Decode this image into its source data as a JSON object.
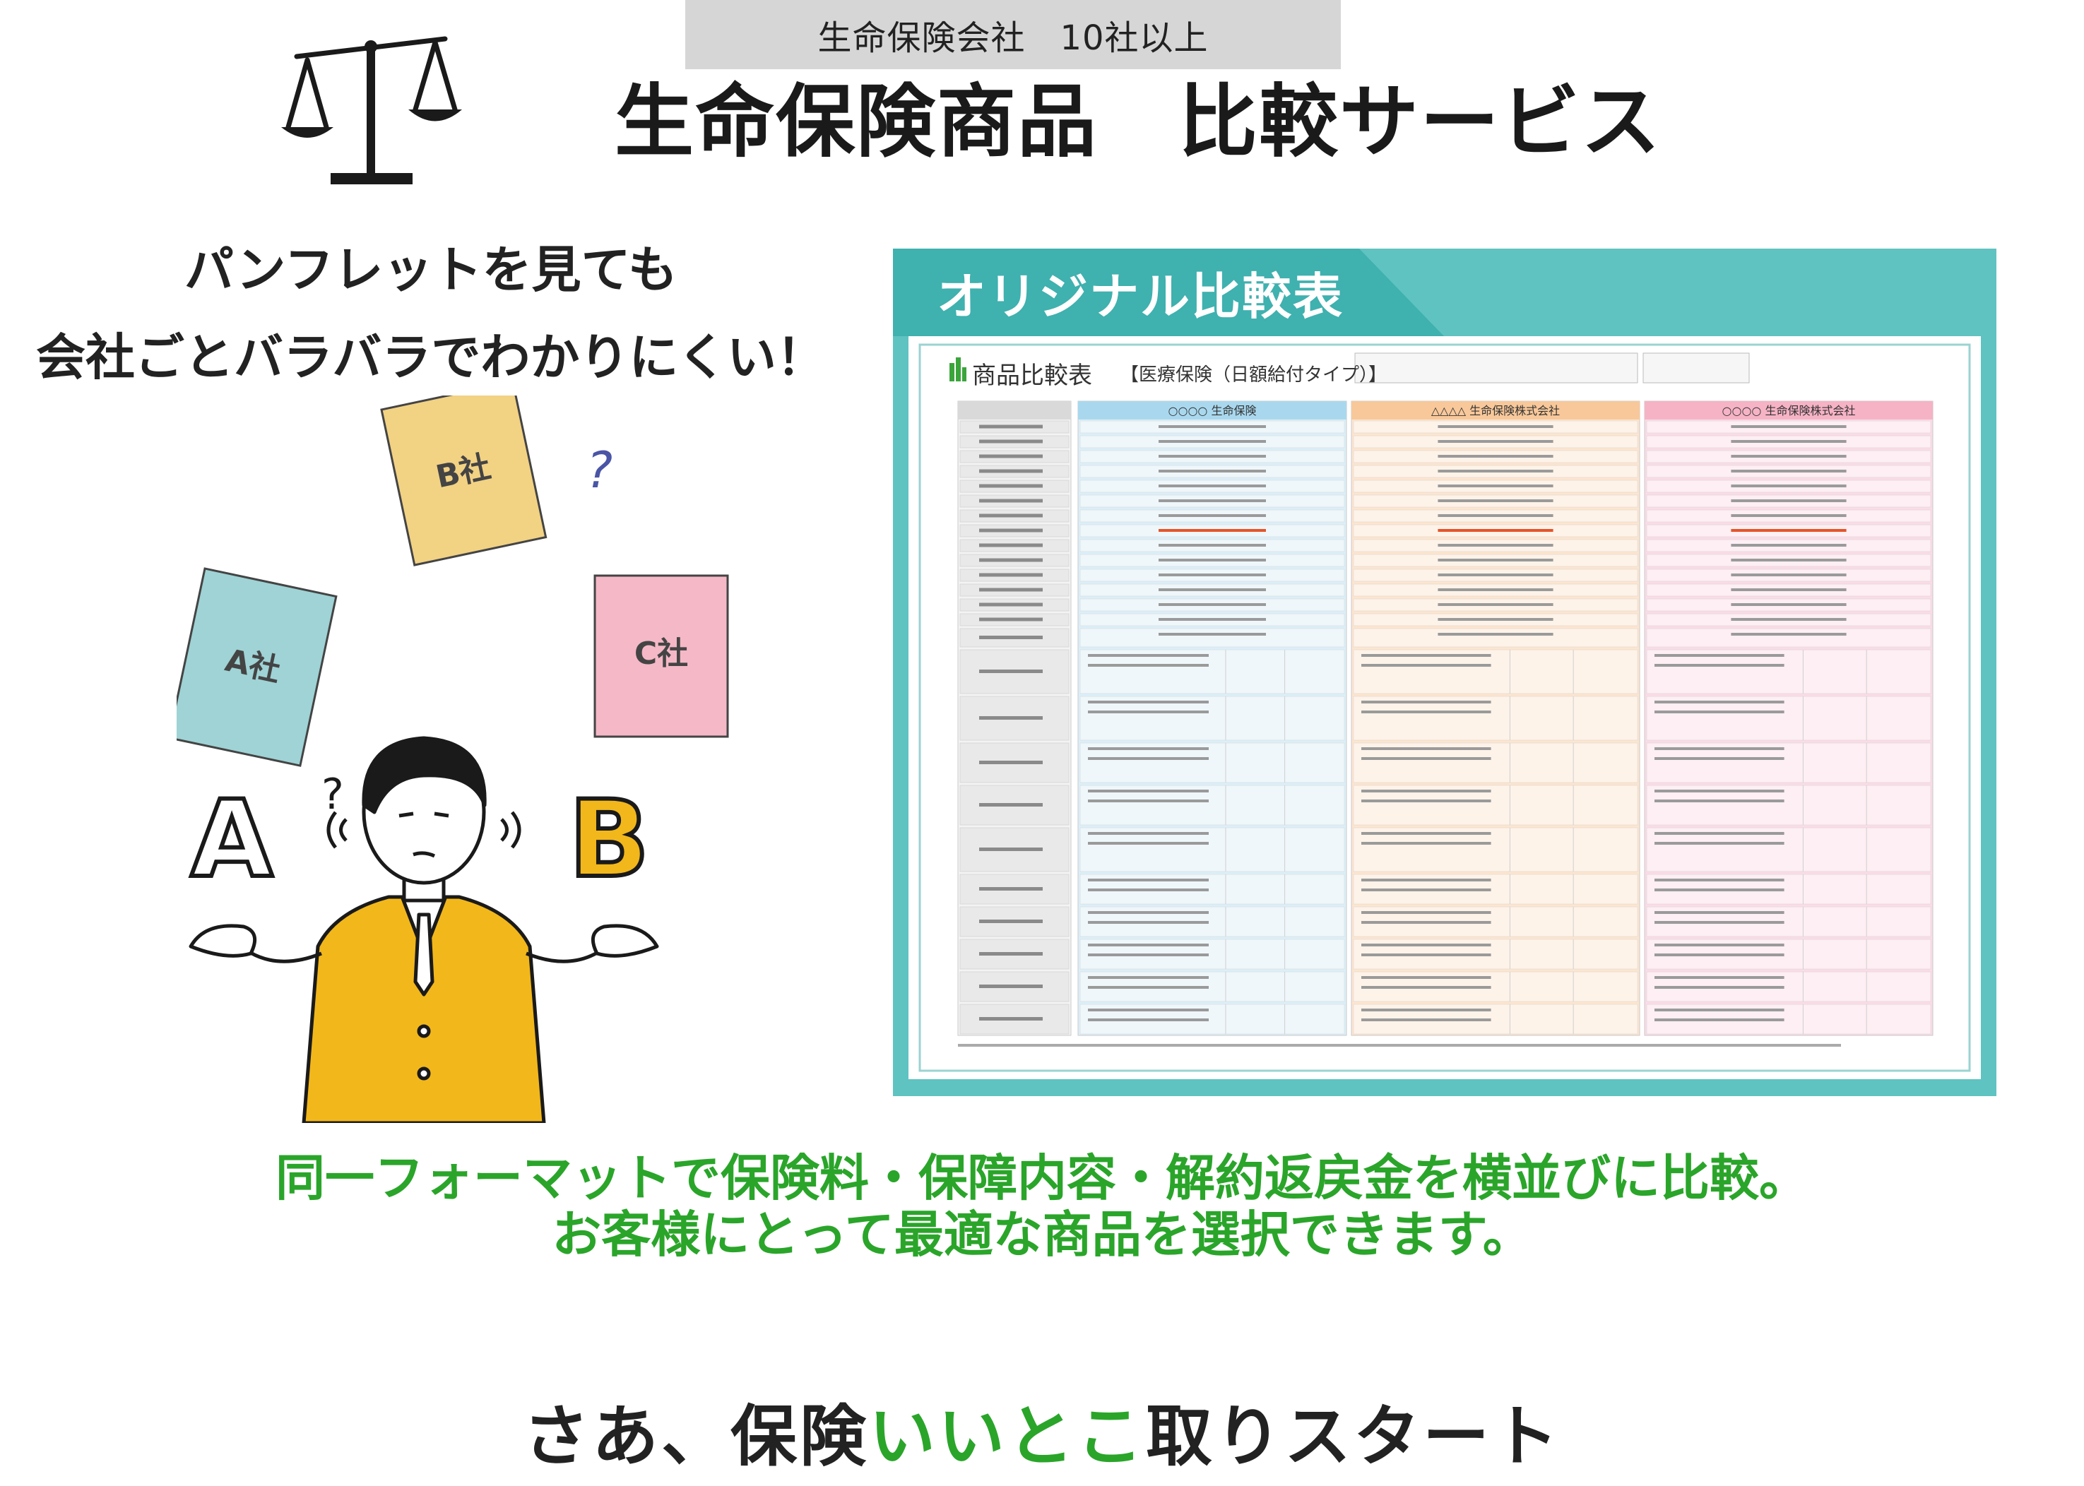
{
  "header": {
    "badge": "生命保険会社　10社以上",
    "title": "生命保険商品　比較サービス"
  },
  "problem": {
    "line1": "パンフレットを見ても",
    "line2": "会社ごとバラバラでわかりにくい！"
  },
  "illustration": {
    "company_a": "A社",
    "company_b": "B社",
    "company_c": "C社",
    "letter_a": "A",
    "letter_b": "B",
    "question_mark": "?"
  },
  "comparison_table": {
    "tab_label": "オリジナル比較表",
    "sheet_title": "商品比較表",
    "sheet_subtitle": "【医療保険（日額給付タイプ）】",
    "columns": [
      "○○○○ 生命保険",
      "△△△△ 生命保険株式会社",
      "○○○○ 生命保険株式会社"
    ]
  },
  "benefit": {
    "line1": "同一フォーマットで保険料・保障内容・解約返戻金を横並びに比較。",
    "line2": "お客様にとって最適な商品を選択できます。"
  },
  "slogan": {
    "part1": "さあ、保険",
    "highlight": "いいとこ",
    "part2": "取りスタート"
  },
  "colors": {
    "accent_green": "#2aa52a",
    "teal": "#5fc3c1",
    "badge_gray": "#d6d6d6",
    "col_blue": "#dceff8",
    "col_orange": "#fde5cf",
    "col_pink": "#fbdce6",
    "card_yellow": "#f2d283",
    "card_teal": "#9fd3d5",
    "card_pink": "#f5b8c7",
    "suit_yellow": "#f2b71a"
  },
  "icons": {
    "scale": "balance-scale-icon",
    "logo": "building-logo-icon"
  }
}
